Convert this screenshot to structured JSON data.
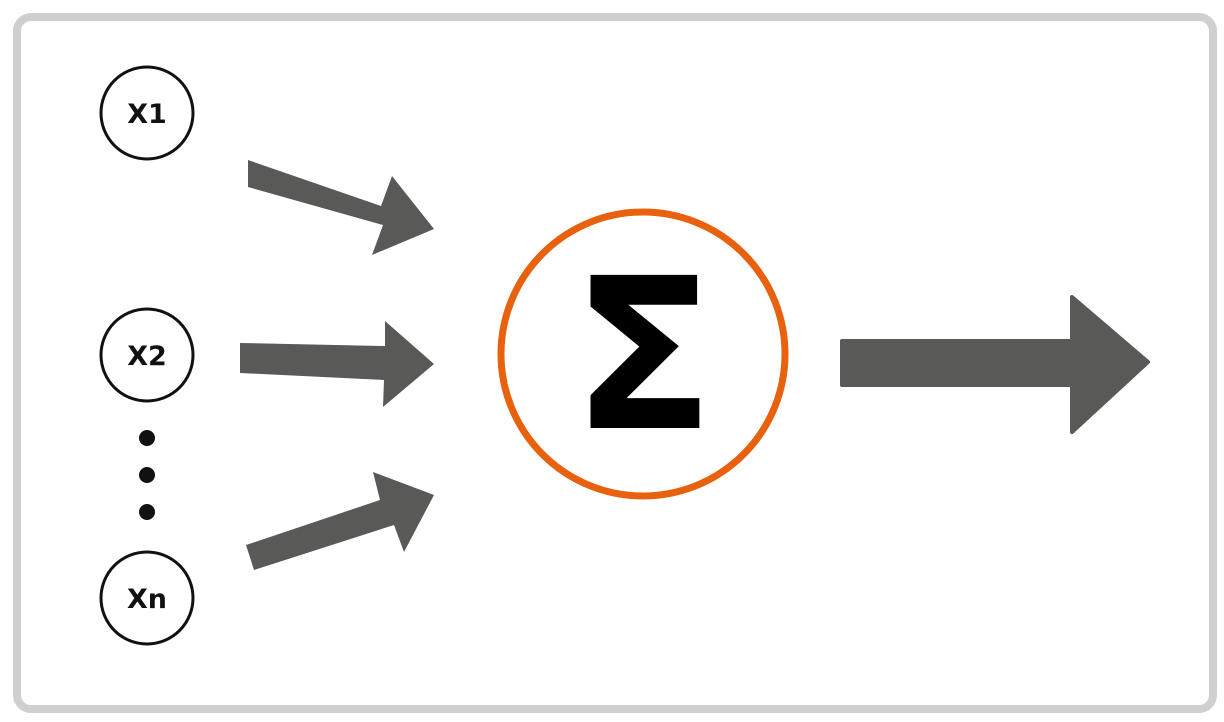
{
  "inputs": [
    {
      "label": "X1"
    },
    {
      "label": "X2"
    },
    {
      "label": "Xn"
    }
  ],
  "summation": {
    "symbol": "Σ"
  },
  "colors": {
    "frame": "#cfcfcf",
    "arrow": "#595958",
    "summation_ring": "#e8610f",
    "node_stroke": "#111111"
  },
  "icons": {
    "input_arrow": "arrow-right-icon",
    "output_arrow": "arrow-right-icon",
    "ellipsis": "vertical-ellipsis-icon"
  }
}
